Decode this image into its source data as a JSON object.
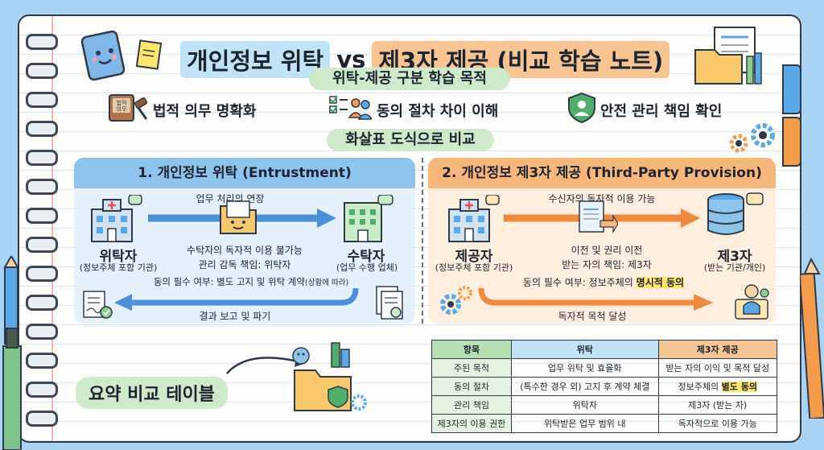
{
  "title": {
    "part1": "개인정보 위탁",
    "part2": "vs",
    "part3": "제3자 제공 (비교 학습 노트)"
  },
  "goals_header": "위탁-제공 구분 학습 목적",
  "goals": [
    {
      "label": "법적 의무 명확화",
      "icon": "law-book-gavel-icon",
      "icon_text": "법적\n의무"
    },
    {
      "label": "동의 절차 차이 이해",
      "icon": "checklist-people-icon"
    },
    {
      "label": "안전 관리 책임 확인",
      "icon": "shield-person-icon"
    }
  ],
  "diagram_header": "화살표 도식으로 비교",
  "entrust": {
    "heading": "1. 개인정보 위탁 (Entrustment)",
    "arrow_top": "업무 처리의 연장",
    "left_title": "위탁자",
    "left_sub": "(정보주체 포함 기관)",
    "right_title": "수탁자",
    "right_sub": "(업무 수행 업체)",
    "mid_line1": "수탁자의 독자적 이용 불가능",
    "mid_line2": "관리 감독 책임: 위탁자",
    "consent": "동의 필수 여부: 별도 고지 및 위탁 계약",
    "consent_note": "(상황에 따라)",
    "return_label": "결과 보고 및 파기"
  },
  "provision": {
    "heading": "2. 개인정보 제3자 제공 (Third-Party Provision)",
    "arrow_top": "수신자의 독자적 이용 가능",
    "left_title": "제공자",
    "left_sub": "(정보주체 포함 기관)",
    "right_title": "제3자",
    "right_sub": "(받는 기관/개인)",
    "mid_line1": "이전 및 권리 이전",
    "mid_line2": "받는 자의 책임: 제3자",
    "consent_prefix": "동의 필수 여부: 정보주체의 ",
    "consent_highlight": "명시적 동의",
    "bottom_label": "독자적 목적 달성"
  },
  "summary_label": "요약 비교 테이블",
  "table": {
    "headers": [
      "항목",
      "위탁",
      "제3자 제공"
    ],
    "rows": [
      {
        "item": "주된 목적",
        "entrust": "업무 위탁 및 효율화",
        "provision": "받는 자의 이익 및 목적 달성"
      },
      {
        "item": "동의 절차",
        "entrust": "(특수한 경우 외) 고지 후 계약 체결",
        "provision_prefix": "정보주체의 ",
        "provision_highlight": "별도 동의"
      },
      {
        "item": "관리 책임",
        "entrust": "위탁자",
        "provision": "제3자 (받는 자)"
      },
      {
        "item": "제3자의 이용 권한",
        "entrust": "위탁받은 업무 범위 내",
        "provision": "독자적으로 이용 가능"
      }
    ]
  },
  "colors": {
    "entrust_accent": "#5aa9e6",
    "provision_accent": "#f39a4b",
    "green_pill": "#cfeacb",
    "highlight": "#ffe66b"
  }
}
